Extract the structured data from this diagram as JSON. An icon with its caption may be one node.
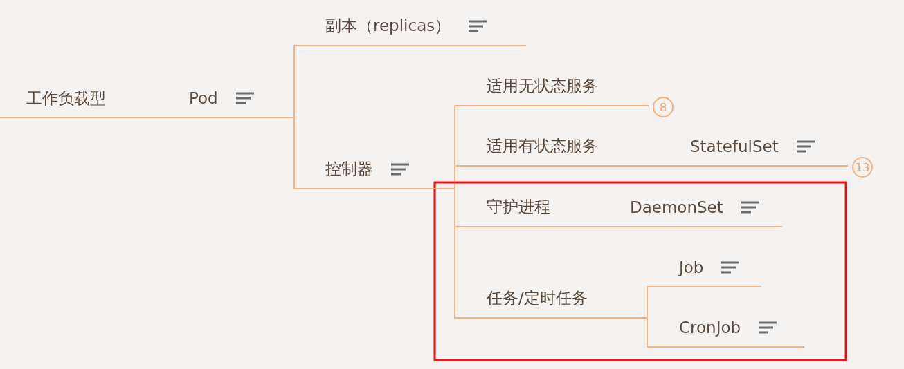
{
  "diagram": {
    "nodes": [
      {
        "text": [
          "工作负载型"
        ]
      },
      {
        "text": [
          "Pod"
        ]
      },
      {
        "text": [
          "副本（replicas）"
        ]
      },
      {
        "text": [
          "控制器"
        ]
      },
      {
        "text": [
          "适用无状态服务"
        ],
        "beside": [
          "8"
        ]
      },
      {
        "text": [
          "适用有状态服务"
        ]
      },
      {
        "text": [
          "StatefulSet"
        ],
        "beside": [
          "13"
        ]
      },
      {
        "text": [
          "守护进程"
        ]
      },
      {
        "text": [
          "DaemonSet"
        ]
      },
      {
        "text": [
          "任务/定时任务"
        ]
      },
      {
        "text": [
          "Job"
        ]
      },
      {
        "text": [
          "CronJob"
        ]
      }
    ],
    "edges": [
      {
        "from": 0,
        "to": 1,
        "arrow": "none"
      },
      {
        "from": 1,
        "to": 2,
        "arrow": "none"
      },
      {
        "from": 1,
        "to": 3,
        "arrow": "none"
      },
      {
        "from": 3,
        "to": 4,
        "arrow": "none"
      },
      {
        "from": 3,
        "to": 5,
        "arrow": "none"
      },
      {
        "from": 3,
        "to": 7,
        "arrow": "none"
      },
      {
        "from": 3,
        "to": 9,
        "arrow": "none"
      },
      {
        "from": 5,
        "to": 6,
        "arrow": "none"
      },
      {
        "from": 7,
        "to": 8,
        "arrow": "none"
      },
      {
        "from": 9,
        "to": 10,
        "arrow": "none"
      },
      {
        "from": 9,
        "to": 11,
        "arrow": "none"
      }
    ]
  }
}
